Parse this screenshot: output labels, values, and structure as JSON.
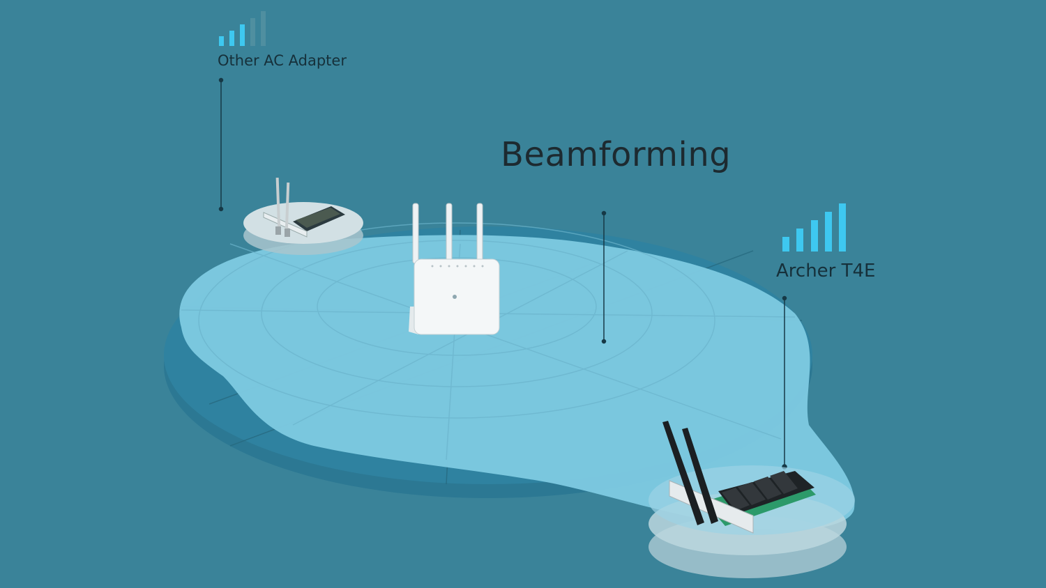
{
  "diagram": {
    "title": "Beamforming",
    "devices": [
      {
        "id": "other-adapter",
        "label": "Other AC Adapter",
        "signal_bars_lit": 3,
        "signal_bars_total": 5
      },
      {
        "id": "router",
        "label": ""
      },
      {
        "id": "archer-t4e",
        "label": "Archer T4E",
        "signal_bars_lit": 5,
        "signal_bars_total": 5
      }
    ]
  },
  "colors": {
    "background": "#3a8399",
    "platform": "#2f7e99",
    "coverage": "#7fcbe2",
    "signal_lit": "#3ec8f0",
    "signal_dim": "#4f8fa0",
    "text": "#1d2a30"
  },
  "icons": [
    "wifi-signal-icon",
    "router-icon",
    "pcie-adapter-icon"
  ]
}
